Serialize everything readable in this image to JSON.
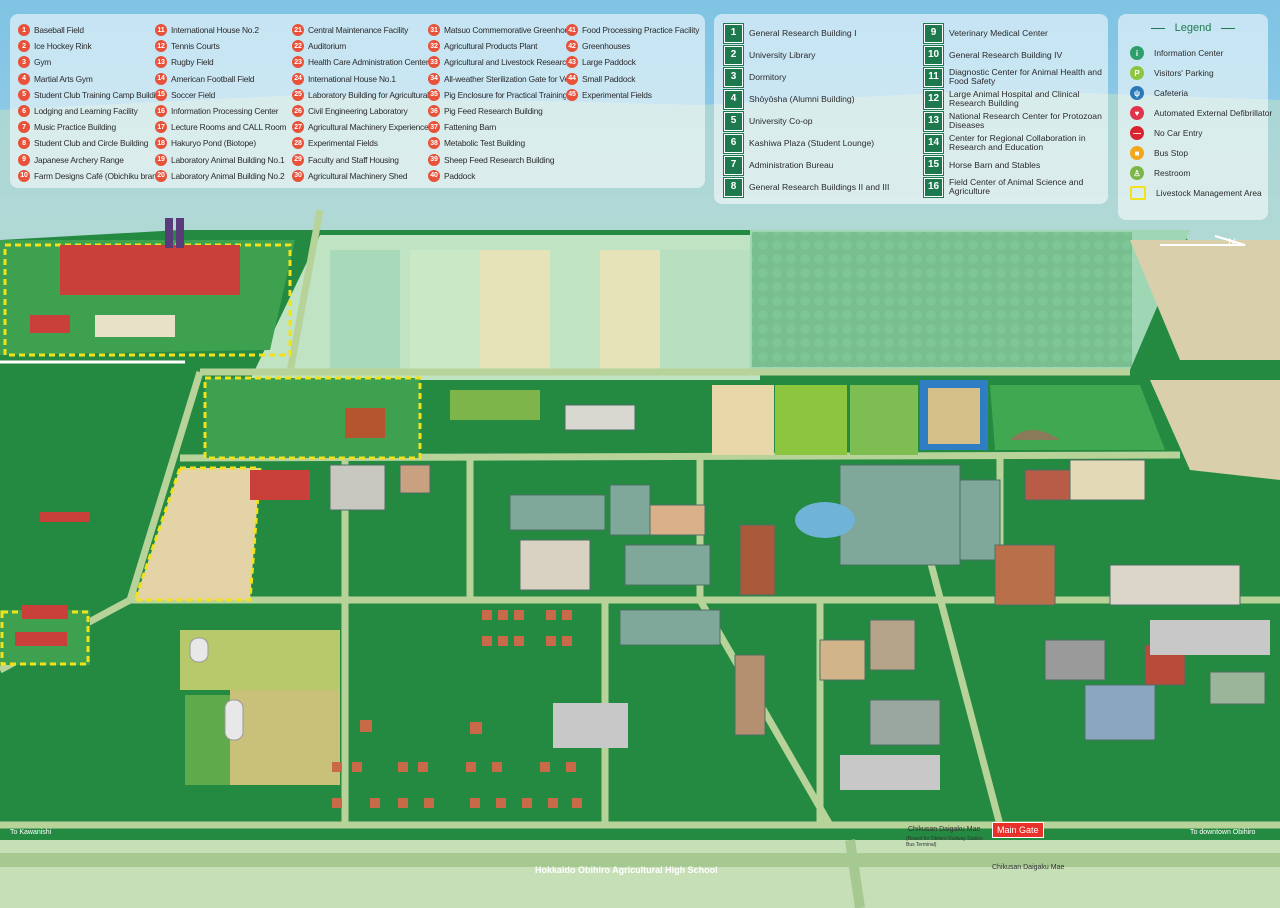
{
  "facilities": [
    {
      "n": "1",
      "label": "Baseball Field"
    },
    {
      "n": "2",
      "label": "Ice Hockey Rink"
    },
    {
      "n": "3",
      "label": "Gym"
    },
    {
      "n": "4",
      "label": "Martial Arts Gym"
    },
    {
      "n": "5",
      "label": "Student Club Training Camp Building"
    },
    {
      "n": "6",
      "label": "Lodging and Learning Facility"
    },
    {
      "n": "7",
      "label": "Music Practice Building"
    },
    {
      "n": "8",
      "label": "Student Club and Circle Building"
    },
    {
      "n": "9",
      "label": "Japanese Archery Range"
    },
    {
      "n": "10",
      "label": "Farm Designs Café (Obichiku branch)"
    },
    {
      "n": "11",
      "label": "International House No.2"
    },
    {
      "n": "12",
      "label": "Tennis Courts"
    },
    {
      "n": "13",
      "label": "Rugby Field"
    },
    {
      "n": "14",
      "label": "American Football Field"
    },
    {
      "n": "15",
      "label": "Soccer Field"
    },
    {
      "n": "16",
      "label": "Information Processing Center"
    },
    {
      "n": "17",
      "label": "Lecture Rooms and CALL Room"
    },
    {
      "n": "18",
      "label": "Hakuryo Pond (Biotope)"
    },
    {
      "n": "19",
      "label": "Laboratory Animal Building No.1"
    },
    {
      "n": "20",
      "label": "Laboratory Animal Building No.2"
    },
    {
      "n": "21",
      "label": "Central Maintenance Facility"
    },
    {
      "n": "22",
      "label": "Auditorium"
    },
    {
      "n": "23",
      "label": "Health Care Administration Center"
    },
    {
      "n": "24",
      "label": "International House No.1"
    },
    {
      "n": "25",
      "label": "Laboratory Building for Agricultural Product Processing"
    },
    {
      "n": "26",
      "label": "Civil Engineering Laboratory"
    },
    {
      "n": "27",
      "label": "Agricultural Machinery Experience and Practice Laboratory"
    },
    {
      "n": "28",
      "label": "Experimental Fields"
    },
    {
      "n": "29",
      "label": "Faculty and Staff Housing"
    },
    {
      "n": "30",
      "label": "Agricultural Machinery Shed"
    },
    {
      "n": "31",
      "label": "Matsuo Commemorative Greenhouse"
    },
    {
      "n": "32",
      "label": "Agricultural Products Plant"
    },
    {
      "n": "33",
      "label": "Agricultural and Livestock Research Building"
    },
    {
      "n": "34",
      "label": "All-weather Sterilization Gate for Vehicles"
    },
    {
      "n": "35",
      "label": "Pig Enclosure for Practical Training"
    },
    {
      "n": "36",
      "label": "Pig Feed Research Building"
    },
    {
      "n": "37",
      "label": "Fattening Barn"
    },
    {
      "n": "38",
      "label": "Metabolic Test Building"
    },
    {
      "n": "39",
      "label": "Sheep Feed Research Building"
    },
    {
      "n": "40",
      "label": "Paddock"
    },
    {
      "n": "41",
      "label": "Food Processing Practice Facility"
    },
    {
      "n": "42",
      "label": "Greenhouses"
    },
    {
      "n": "43",
      "label": "Large Paddock"
    },
    {
      "n": "44",
      "label": "Small Paddock"
    },
    {
      "n": "45",
      "label": "Experimental Fields"
    }
  ],
  "buildings": [
    {
      "n": "1",
      "label": "General Research Building I"
    },
    {
      "n": "2",
      "label": "University Library"
    },
    {
      "n": "3",
      "label": "Dormitory"
    },
    {
      "n": "4",
      "label": "Shōyōsha (Alumni Building)"
    },
    {
      "n": "5",
      "label": "University Co-op"
    },
    {
      "n": "6",
      "label": "Kashiwa Plaza (Student Lounge)"
    },
    {
      "n": "7",
      "label": "Administration Bureau"
    },
    {
      "n": "8",
      "label": "General Research Buildings II and III"
    },
    {
      "n": "9",
      "label": "Veterinary Medical Center"
    },
    {
      "n": "10",
      "label": "General Research Building IV"
    },
    {
      "n": "11",
      "label": "Diagnostic Center for Animal Health and Food Safety"
    },
    {
      "n": "12",
      "label": "Large Animal Hospital and Clinical Research Building"
    },
    {
      "n": "13",
      "label": "National Research Center for Protozoan Diseases"
    },
    {
      "n": "14",
      "label": "Center for Regional Collaboration in Research and Education"
    },
    {
      "n": "15",
      "label": "Horse Barn and Stables"
    },
    {
      "n": "16",
      "label": "Field Center of Animal Science and Agriculture"
    }
  ],
  "legend": {
    "title": "Legend",
    "items": [
      {
        "icon": "information-icon",
        "glyph": "i",
        "color": "#2e9e6a",
        "label": "Information Center"
      },
      {
        "icon": "parking-icon",
        "glyph": "P",
        "color": "#8cc63f",
        "label": "Visitors' Parking"
      },
      {
        "icon": "cafeteria-icon",
        "glyph": "ψ",
        "color": "#2a7ab8",
        "label": "Cafeteria"
      },
      {
        "icon": "aed-icon",
        "glyph": "♥",
        "color": "#e0344c",
        "label": "Automated External Defibrillator"
      },
      {
        "icon": "no-entry-icon",
        "glyph": "—",
        "color": "#d9232e",
        "label": "No Car Entry"
      },
      {
        "icon": "bus-stop-icon",
        "glyph": "■",
        "color": "#f2a81d",
        "label": "Bus Stop"
      },
      {
        "icon": "restroom-icon",
        "glyph": "♙",
        "color": "#7ab648",
        "label": "Restroom"
      },
      {
        "icon": "livestock-area-icon",
        "glyph": "",
        "color": "#f2e21c",
        "label": "Livestock Management Area"
      }
    ]
  },
  "map": {
    "north": "N",
    "main_gate": "Main Gate",
    "bus_stop_name": "Chikusan Daigaku Mae",
    "bus_stop_note": "(Bound for Obihiro Railway Station Bus Terminal)",
    "bus_stop_name_2": "Chikusan Daigaku Mae",
    "to_west": "To Kawanishi",
    "to_east": "To downtown Obihiro",
    "school": "Hokkaido Obihiro Agricultural High School"
  }
}
